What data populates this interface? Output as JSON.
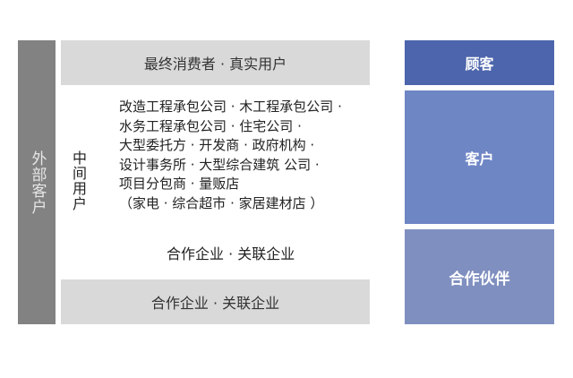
{
  "side_label": "外部客户",
  "top_box": "最终消费者 · 真实用户",
  "middle_label": "中间用户",
  "middle_list": [
    "改造工程承包公司 · 木工程承包公司 ·",
    "水务工程承包公司 · 住宅公司 ·",
    "大型委托方 · 开发商 · 政府机构 ·",
    "设计事务所 · 大型综合建筑 公司 ·",
    "项目分包商 · 量贩店",
    "（家电 · 综合超市 · 家居建材店 ）"
  ],
  "middle_partner": "合作企业 · 关联企业",
  "bottom_box": "合作企业 · 关联企业",
  "right": [
    "顾客",
    "客户",
    "合作伙伴"
  ],
  "colors": {
    "side": "#828282",
    "gray": "#d9d9d9",
    "customer_dark": "#4d65ac",
    "client": "#6f86c5",
    "partner": "#7f8fbf"
  }
}
